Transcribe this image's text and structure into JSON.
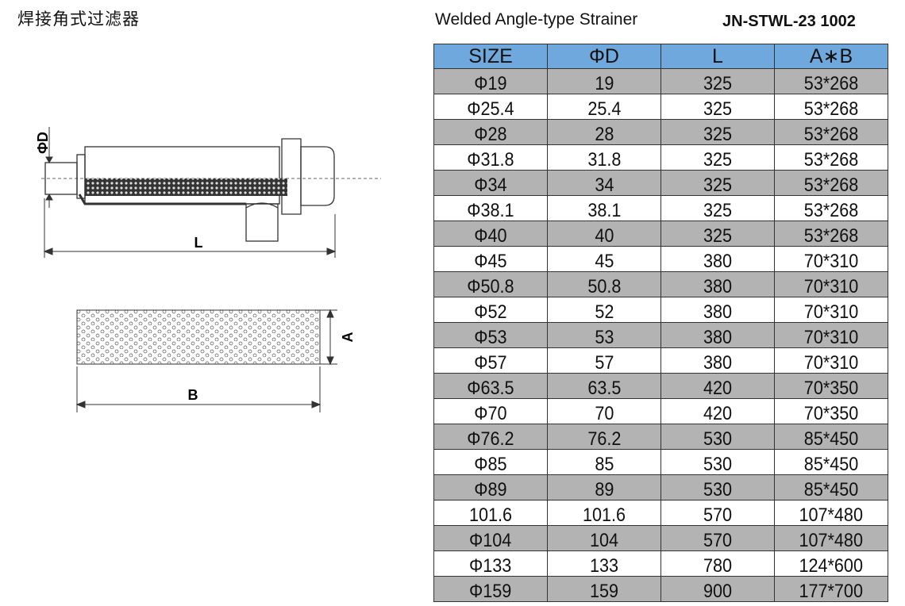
{
  "title_cn": "焊接角式过滤器",
  "title_en": "Welded Angle-type Strainer",
  "code": "JN-STWL-23 1002",
  "drawing_labels": {
    "phi_d": "ΦD",
    "l": "L",
    "a": "A",
    "b": "B"
  },
  "table": {
    "headers": [
      "SIZE",
      "ΦD",
      "L",
      "A∗B"
    ],
    "rows": [
      [
        "Φ19",
        "19",
        "325",
        "53*268"
      ],
      [
        "Φ25.4",
        "25.4",
        "325",
        "53*268"
      ],
      [
        "Φ28",
        "28",
        "325",
        "53*268"
      ],
      [
        "Φ31.8",
        "31.8",
        "325",
        "53*268"
      ],
      [
        "Φ34",
        "34",
        "325",
        "53*268"
      ],
      [
        "Φ38.1",
        "38.1",
        "325",
        "53*268"
      ],
      [
        "Φ40",
        "40",
        "325",
        "53*268"
      ],
      [
        "Φ45",
        "45",
        "380",
        "70*310"
      ],
      [
        "Φ50.8",
        "50.8",
        "380",
        "70*310"
      ],
      [
        "Φ52",
        "52",
        "380",
        "70*310"
      ],
      [
        "Φ53",
        "53",
        "380",
        "70*310"
      ],
      [
        "Φ57",
        "57",
        "380",
        "70*310"
      ],
      [
        "Φ63.5",
        "63.5",
        "420",
        "70*350"
      ],
      [
        "Φ70",
        "70",
        "420",
        "70*350"
      ],
      [
        "Φ76.2",
        "76.2",
        "530",
        "85*450"
      ],
      [
        "Φ85",
        "85",
        "530",
        "85*450"
      ],
      [
        "Φ89",
        "89",
        "530",
        "85*450"
      ],
      [
        "101.6",
        "101.6",
        "570",
        "107*480"
      ],
      [
        "Φ104",
        "104",
        "570",
        "107*480"
      ],
      [
        "Φ133",
        "133",
        "780",
        "124*600"
      ],
      [
        "Φ159",
        "159",
        "900",
        "177*700"
      ]
    ]
  }
}
